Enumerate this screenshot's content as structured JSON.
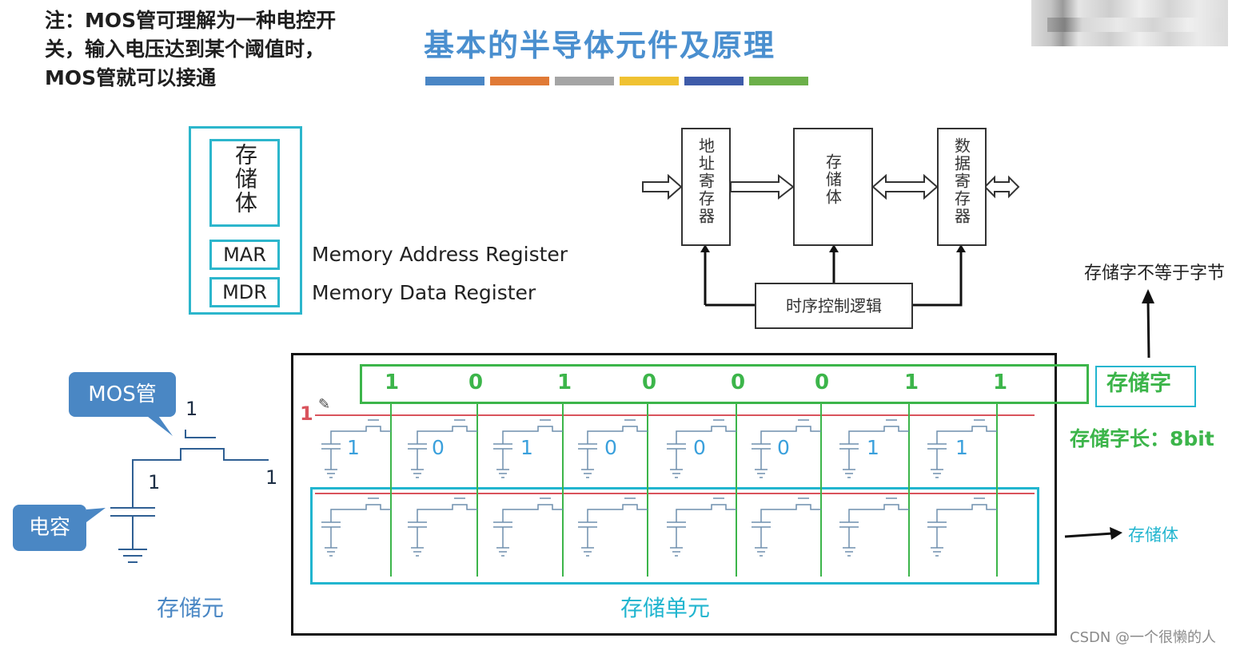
{
  "note": "注：MOS管可理解为一种电控开关，输入电压达到某个阈值时，MOS管就可以接通",
  "title": "基本的半导体元件及原理",
  "title_stripes": [
    "#4a86c5",
    "#e07a36",
    "#a5a5a5",
    "#f0c232",
    "#3e5ba9",
    "#6cb04a"
  ],
  "memory_box": {
    "body_label": "存储体",
    "mar_label": "MAR",
    "mdr_label": "MDR",
    "mar_desc": "Memory Address Register",
    "mdr_desc": "Memory Data Register"
  },
  "block_diagram": {
    "addr_reg": "地址寄存器",
    "storage": "存储体",
    "data_reg": "数据寄存器",
    "timing": "时序控制逻辑"
  },
  "cell_diagram": {
    "mos_callout": "MOS管",
    "cap_callout": "电容",
    "gate_value": "1",
    "left_value": "1",
    "right_value": "1",
    "caption": "存储元"
  },
  "array": {
    "word_bits": [
      "1",
      "0",
      "1",
      "0",
      "0",
      "0",
      "1",
      "1"
    ],
    "row_select": "1",
    "cell_bits": [
      "1",
      "0",
      "1",
      "0",
      "0",
      "0",
      "1",
      "1"
    ],
    "word_label": "存储字",
    "word_length": "存储字长：8bit",
    "word_not_byte": "存储字不等于字节",
    "body_label": "存储体",
    "unit_label": "存储单元"
  },
  "colors": {
    "cyan": "#21b5cf",
    "green": "#3cb54a",
    "red": "#d9535c",
    "callout": "#4a87c4"
  },
  "watermark": "CSDN @一个很懒的人"
}
